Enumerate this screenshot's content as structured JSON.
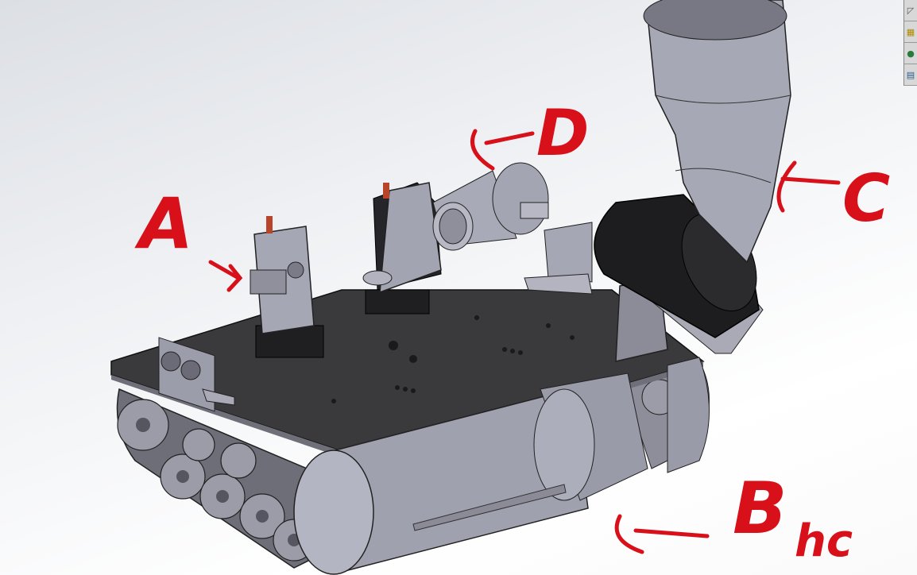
{
  "annotations": {
    "a": "A",
    "b": "B",
    "b_suffix": "hc",
    "c": "C",
    "d": "D"
  },
  "toolbar": {
    "icons": [
      "view-orientation-icon",
      "display-style-icon",
      "appearance-icon",
      "scene-icon"
    ]
  },
  "colors": {
    "annotation": "#d8101a",
    "plate": "#3a3a3c",
    "part_gray": "#a8a9b6",
    "fan": "#1c1c1c"
  }
}
